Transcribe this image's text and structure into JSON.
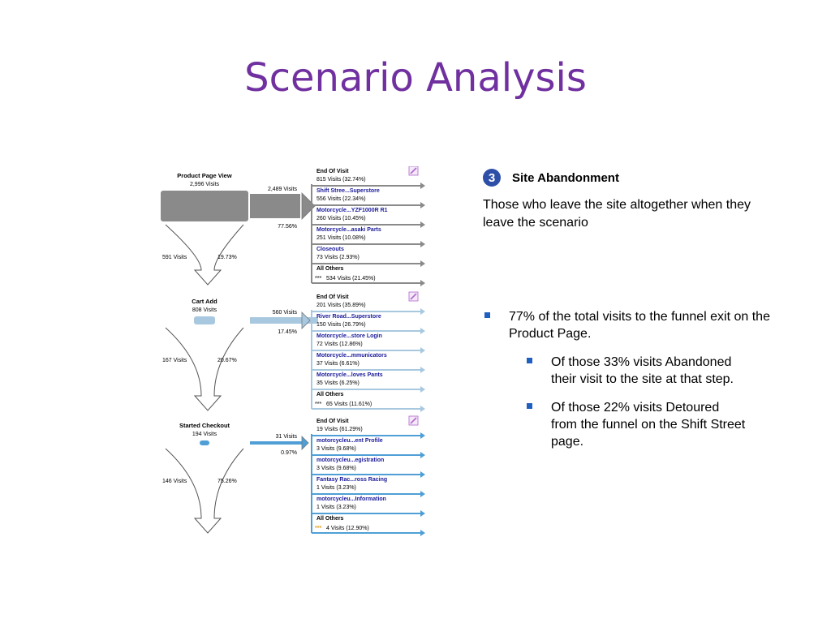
{
  "slide": {
    "title": "Scenario Analysis"
  },
  "funnel": {
    "steps": [
      {
        "name": "Product Page View",
        "visits": "2,996 Visits",
        "forward_visits": "2,489 Visits",
        "forward_pct": "77.56%",
        "down_visits": "591 Visits",
        "down_pct": "19.73%",
        "exits": [
          {
            "name": "End Of Visit",
            "visits": "815 Visits (32.74%)"
          },
          {
            "name": "Shift Stree...Superstore",
            "visits": "556 Visits (22.34%)"
          },
          {
            "name": "Motorcycle...YZF1000R R1",
            "visits": "260 Visits (10.45%)"
          },
          {
            "name": "Motorcycle...asaki Parts",
            "visits": "251 Visits (10.08%)"
          },
          {
            "name": "Closeouts",
            "visits": "73 Visits (2.93%)"
          },
          {
            "name": "All Others",
            "visits": "534 Visits (21.45%)"
          }
        ]
      },
      {
        "name": "Cart Add",
        "visits": "808 Visits",
        "forward_visits": "560 Visits",
        "forward_pct": "17.45%",
        "down_visits": "167 Visits",
        "down_pct": "20.67%",
        "exits": [
          {
            "name": "End Of Visit",
            "visits": "201 Visits (35.89%)"
          },
          {
            "name": "River Road...Superstore",
            "visits": "150 Visits (26.79%)"
          },
          {
            "name": "Motorcycle...store Login",
            "visits": "72 Visits (12.86%)"
          },
          {
            "name": "Motorcycle...mmunicators",
            "visits": "37 Visits (6.61%)"
          },
          {
            "name": "Motorcycle...loves Pants",
            "visits": "35 Visits (6.25%)"
          },
          {
            "name": "All Others",
            "visits": "65 Visits (11.61%)"
          }
        ]
      },
      {
        "name": "Started Checkout",
        "visits": "194 Visits",
        "forward_visits": "31 Visits",
        "forward_pct": "0.97%",
        "down_visits": "146 Visits",
        "down_pct": "75.26%",
        "exits": [
          {
            "name": "End Of Visit",
            "visits": "19 Visits (61.29%)"
          },
          {
            "name": "motorcycleu...ent Profile",
            "visits": "3 Visits (9.68%)"
          },
          {
            "name": "motorcycleu...egistration",
            "visits": "3 Visits (9.68%)"
          },
          {
            "name": "Fantasy Rac...ross Racing",
            "visits": "1 Visits (3.23%)"
          },
          {
            "name": "motorcycleu...Information",
            "visits": "1 Visits (3.23%)"
          },
          {
            "name": "All Others",
            "visits": "4 Visits (12.90%)"
          }
        ]
      }
    ],
    "others_mark": "***",
    "colors": {
      "step1": "#8a8a8a",
      "step2": "#a8c8e0",
      "step3": "#4f9fd6",
      "link": "#1a1a9a",
      "corner_icon": "#b066c9"
    }
  },
  "callout": {
    "number": "3",
    "heading": "Site Abandonment",
    "description": "Those who leave the site altogether when they leave the scenario"
  },
  "bullets": {
    "main": "77% of the total visits to the funnel exit on the Product Page.",
    "subs": [
      "Of those 33% visits Abandoned their visit to the site at that step.",
      "Of those 22% visits Detoured from the funnel on the Shift Street page."
    ]
  }
}
